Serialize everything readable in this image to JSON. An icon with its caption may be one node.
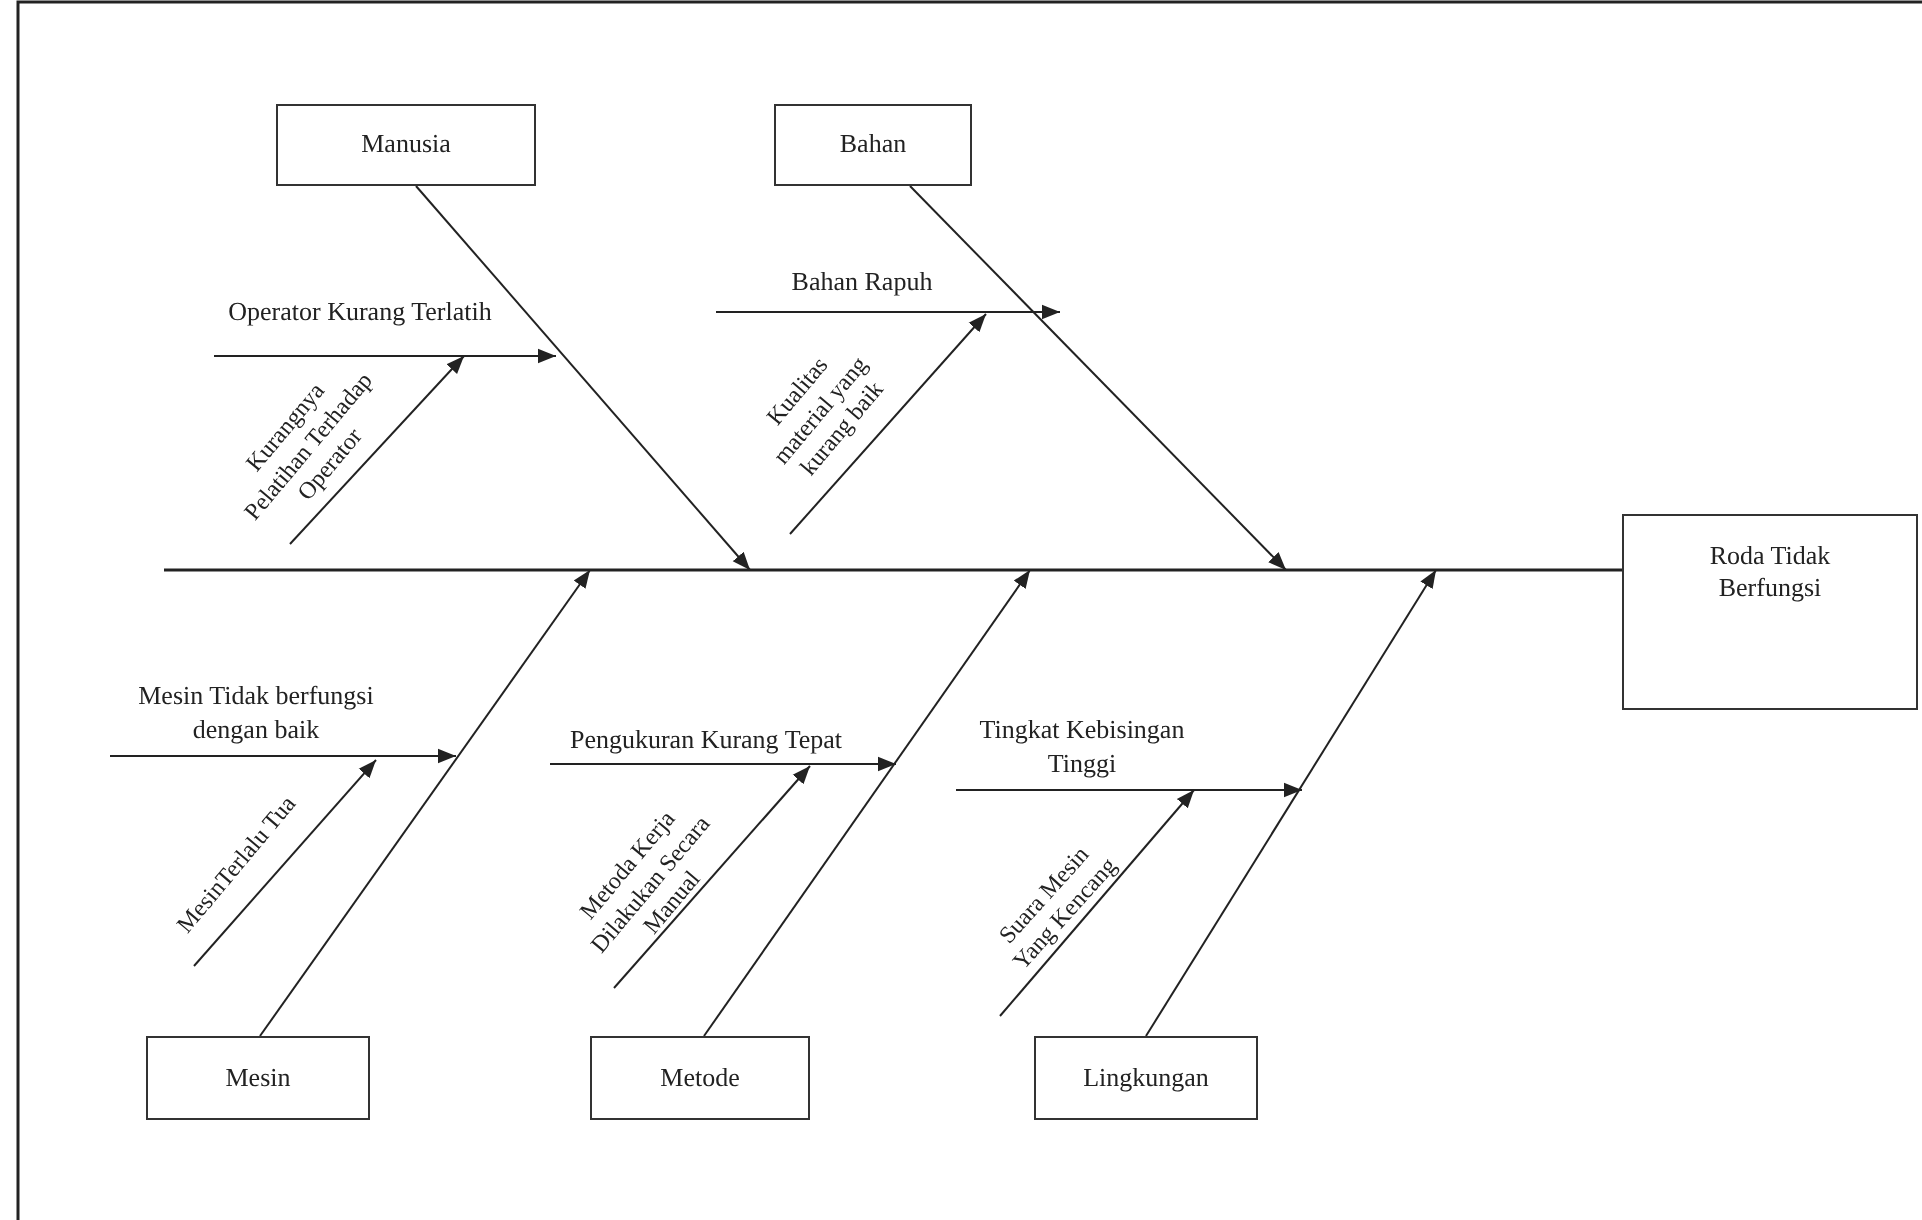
{
  "diagram": {
    "nodes": [
      {
        "text": [
          "Manusia"
        ]
      },
      {
        "text": [
          "Bahan"
        ]
      },
      {
        "text": [
          "Operator Kurang Terlatih"
        ]
      },
      {
        "text": [
          "Bahan Rapuh"
        ]
      },
      {
        "text": [
          "Kurangnya Pelatihan Terhadap Operator"
        ]
      },
      {
        "text": [
          "Kualitas material yang kurang baik"
        ]
      },
      {
        "text": [
          "Roda Tidak Berfungsi"
        ]
      },
      {
        "text": [
          "Mesin Tidak berfungsi dengan baik"
        ]
      },
      {
        "text": [
          "Pengukuran Kurang Tepat"
        ]
      },
      {
        "text": [
          "Tingkat Kebisingan Tinggi"
        ]
      },
      {
        "text": [
          "MesinTerlalu Tua"
        ]
      },
      {
        "text": [
          "Metoda Kerja Dilakukan Secara Manual"
        ]
      },
      {
        "text": [
          "Suara Mesin Yang Kencang"
        ]
      },
      {
        "text": [
          "Mesin"
        ]
      },
      {
        "text": [
          "Metode"
        ]
      },
      {
        "text": [
          "Lingkungan"
        ]
      }
    ],
    "edges": [
      {
        "from": 0,
        "to": null,
        "arrow": "to"
      },
      {
        "from": 1,
        "to": null,
        "arrow": "to"
      },
      {
        "from": 13,
        "to": null,
        "arrow": "to"
      },
      {
        "from": 14,
        "to": null,
        "arrow": "to"
      },
      {
        "from": 15,
        "to": null,
        "arrow": "to"
      },
      {
        "from": null,
        "to": 6,
        "arrow": "none"
      },
      {
        "from": 2,
        "to": null,
        "arrow": "to"
      },
      {
        "from": 4,
        "to": 2,
        "arrow": "to"
      },
      {
        "from": 3,
        "to": null,
        "arrow": "to"
      },
      {
        "from": 5,
        "to": 3,
        "arrow": "to"
      },
      {
        "from": 7,
        "to": null,
        "arrow": "to"
      },
      {
        "from": 10,
        "to": 7,
        "arrow": "to"
      },
      {
        "from": 8,
        "to": null,
        "arrow": "to"
      },
      {
        "from": 11,
        "to": 8,
        "arrow": "to"
      },
      {
        "from": 9,
        "to": null,
        "arrow": "to"
      },
      {
        "from": 12,
        "to": 9,
        "arrow": "to"
      }
    ]
  }
}
